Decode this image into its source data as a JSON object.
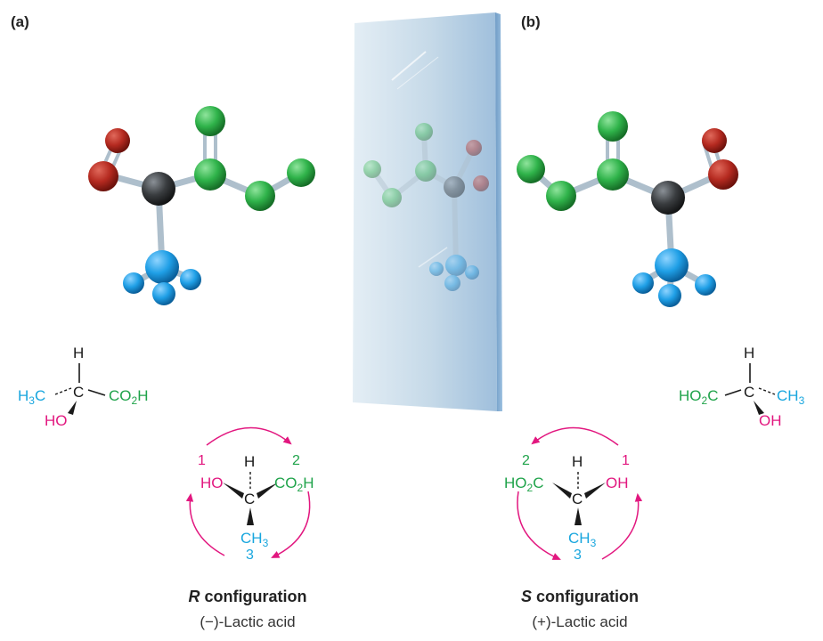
{
  "panels": {
    "a": {
      "label": "(a)"
    },
    "b": {
      "label": "(b)"
    }
  },
  "atoms": {
    "h": "H",
    "c": "C",
    "h3c": "H3C",
    "co2h": "CO2H",
    "ho": "HO",
    "ho2c": "HO2C",
    "ch3": "CH3",
    "oh": "OH"
  },
  "priorities": {
    "p1": "1",
    "p2": "2",
    "p3": "3"
  },
  "captions": {
    "left": {
      "title_letter": "R",
      "title_rest": " configuration",
      "subtitle": "(−)-Lactic acid"
    },
    "right": {
      "title_letter": "S",
      "title_rest": " configuration",
      "subtitle": "(+)-Lactic acid"
    }
  },
  "colors": {
    "red_atom": "#b52a20",
    "carbon_atom": "#3a3d40",
    "green_atom": "#2fb34a",
    "blue_atom": "#1f9fe6",
    "bond": "#aebfcc",
    "mirror": "#c9dcea",
    "label_green": "#1fa34a",
    "label_cyan": "#18a6de",
    "label_magenta": "#e2177f"
  }
}
